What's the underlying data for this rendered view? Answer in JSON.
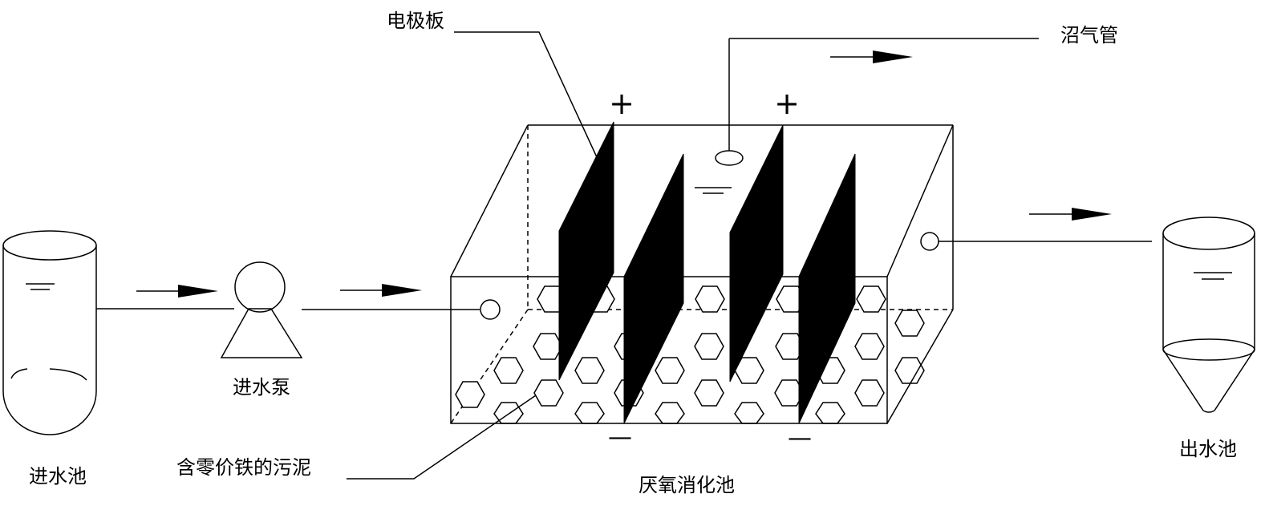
{
  "labels": {
    "inlet_tank": "进水池",
    "pump": "进水泵",
    "electrode": "电极板",
    "biogas_pipe": "沼气管",
    "sludge": "含零价铁的污泥",
    "digester": "厌氧消化池",
    "outlet_tank": "出水池"
  },
  "polarity": {
    "positive": "+",
    "negative": "—"
  }
}
